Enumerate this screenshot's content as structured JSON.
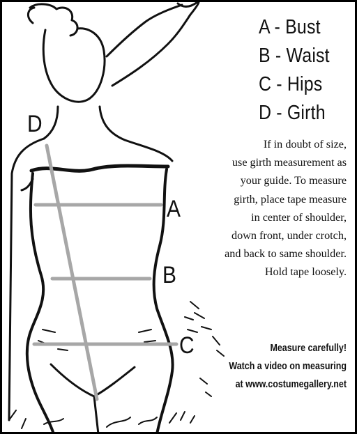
{
  "legend": [
    {
      "key": "A",
      "label": "A - Bust"
    },
    {
      "key": "B",
      "label": "B - Waist"
    },
    {
      "key": "C",
      "label": "C - Hips"
    },
    {
      "key": "D",
      "label": "D - Girth"
    }
  ],
  "markers": {
    "a": "A",
    "b": "B",
    "c": "C",
    "d": "D"
  },
  "advice_lines": [
    "If in doubt of size,",
    "use girth measurement as",
    "your guide. To measure",
    "girth, place tape measure",
    "in center of shoulder,",
    "down front, under crotch,",
    "and back to same shoulder.",
    "Hold tape loosely."
  ],
  "closing_lines": [
    "Measure carefully!",
    "Watch a video on measuring",
    "at www.costumegallery.net"
  ],
  "colors": {
    "line_ink": "#111111",
    "measure_lines": "#a7a7a7",
    "frame": "#000000"
  }
}
